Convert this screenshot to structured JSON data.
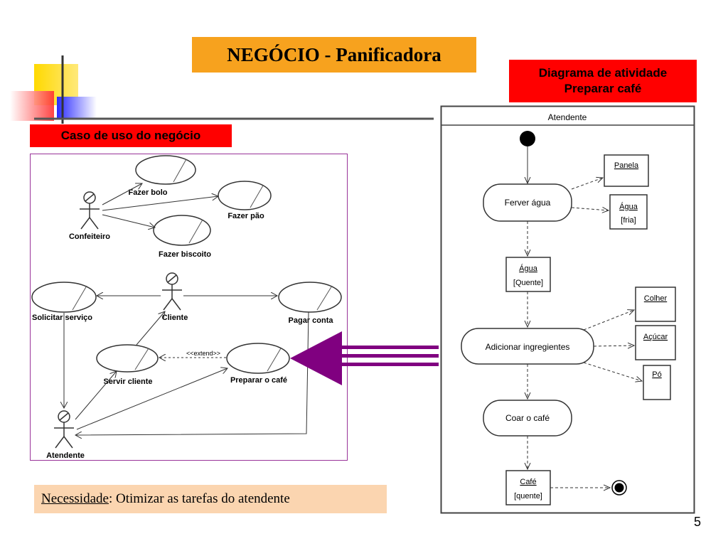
{
  "title": "NEGÓCIO - Panificadora",
  "activity_header": {
    "line1": "Diagrama de atividade",
    "line2": "Preparar café"
  },
  "usecase_header": "Caso de uso do negócio",
  "need": {
    "label": "Necessidade",
    "text": ": Otimizar as tarefas do atendente"
  },
  "slide_number": "5",
  "usecase_diagram": {
    "actors": {
      "confeiteiro": "Confeiteiro",
      "cliente": "Cliente",
      "atendente": "Atendente"
    },
    "usecases": {
      "fazer_bolo": "Fazer bolo",
      "fazer_pao": "Fazer pão",
      "fazer_biscoito": "Fazer biscoito",
      "solicitar_servico": "Solicitar serviço",
      "pagar_conta": "Pagar conta",
      "servir_cliente": "Servir cliente",
      "preparar_cafe": "Preparar o café"
    },
    "extend_label": "<<extend>>"
  },
  "activity_diagram": {
    "swimlane": "Atendente",
    "actions": {
      "ferver": "Ferver água",
      "adicionar": "Adicionar ingregientes",
      "coar": "Coar o café"
    },
    "objects": {
      "panela": {
        "name": "Panela"
      },
      "agua_fria": {
        "name": "Água",
        "state": "[fria]"
      },
      "agua_quente": {
        "name": "Água",
        "state": "[Quente]"
      },
      "colher": {
        "name": "Colher"
      },
      "acucar": {
        "name": "Açúcar"
      },
      "po": {
        "name": "Pó"
      },
      "cafe": {
        "name": "Café",
        "state": "[quente]"
      }
    }
  },
  "colors": {
    "title_bg": "#f7a21e",
    "header_red": "#ff0000",
    "need_bg": "#fbd5b0",
    "arrow_purple": "#800080",
    "frame": "#993399"
  }
}
